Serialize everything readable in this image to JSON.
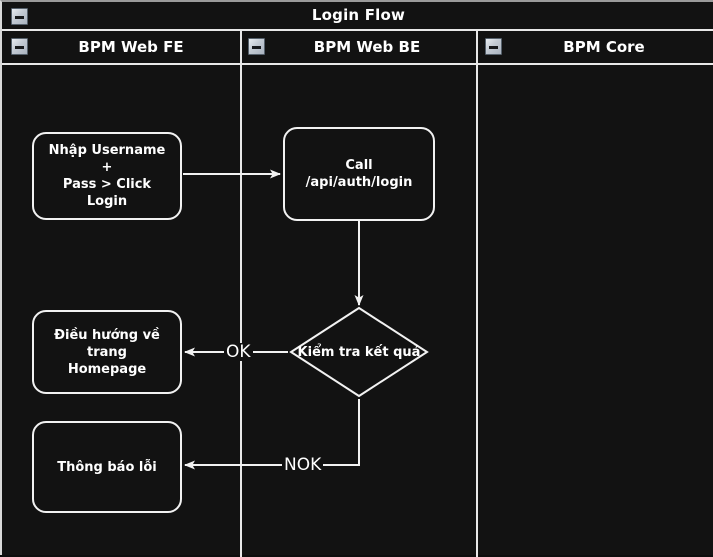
{
  "diagram": {
    "title": "Login Flow",
    "type": "swimlane-flowchart",
    "background_color": "#121212",
    "stroke_color": "#f2f2f2",
    "text_color": "#ffffff"
  },
  "lanes": [
    {
      "label": "BPM Web FE",
      "collapse_icon": "minus-icon"
    },
    {
      "label": "BPM Web BE",
      "collapse_icon": "minus-icon"
    },
    {
      "label": "BPM Core",
      "collapse_icon": "minus-icon"
    }
  ],
  "title_collapse_icon": "minus-icon",
  "nodes": [
    {
      "id": "n1",
      "lane": "BPM Web FE",
      "shape": "rounded-rect",
      "label": "Nhập Username +\nPass > Click Login"
    },
    {
      "id": "n2",
      "lane": "BPM Web BE",
      "shape": "rounded-rect",
      "label": "Call /api/auth/login"
    },
    {
      "id": "n3",
      "lane": "BPM Web BE",
      "shape": "diamond",
      "label": "Kiểm tra kết quả"
    },
    {
      "id": "n4",
      "lane": "BPM Web FE",
      "shape": "rounded-rect",
      "label": "Điều hướng về trang\nHomepage"
    },
    {
      "id": "n5",
      "lane": "BPM Web FE",
      "shape": "rounded-rect",
      "label": "Thông báo lỗi"
    }
  ],
  "node_labels": {
    "n1_line1": "Nhập Username +",
    "n1_line2": "Pass > Click Login",
    "n2": "Call /api/auth/login",
    "n3": "Kiểm tra kết quả",
    "n4_line1": "Điều hướng về trang",
    "n4_line2": "Homepage",
    "n5": "Thông báo lỗi"
  },
  "edges": [
    {
      "from": "n1",
      "to": "n2",
      "label": ""
    },
    {
      "from": "n2",
      "to": "n3",
      "label": ""
    },
    {
      "from": "n3",
      "to": "n4",
      "label": "OK"
    },
    {
      "from": "n3",
      "to": "n5",
      "label": "NOK"
    }
  ],
  "edge_labels": {
    "ok": "OK",
    "nok": "NOK"
  }
}
